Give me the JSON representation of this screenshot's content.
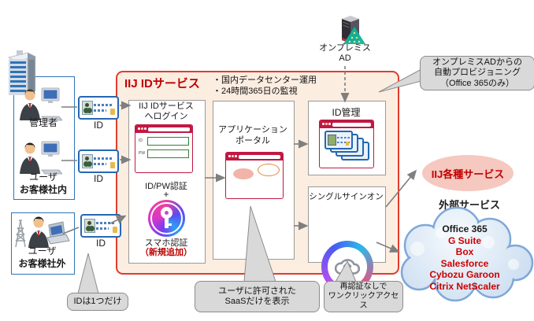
{
  "colors": {
    "accent_red": "#c00000",
    "iij_border_red": "#e03c2e",
    "iij_fill_peach": "#fcede1",
    "browser_chrome_crimson": "#c11843",
    "group_box_blue": "#2e75b6",
    "callout_gray": "#d9d9d9",
    "arrow_gray": "#7f7f7f",
    "service_red": "#cc0000"
  },
  "actors": {
    "admin_label": "管理者",
    "internal_user_label": "ユーザ",
    "internal_group_label": "お客様社内",
    "external_user_label": "ユーザ",
    "external_group_label": "お客様社外",
    "id_card1": "ID",
    "id_card2": "ID",
    "id_card3": "ID"
  },
  "onprem_ad": {
    "line1": "オンプレミス",
    "line2": "AD"
  },
  "iij": {
    "title": "IIJ IDサービス",
    "bullet1": "・国内データセンター運用",
    "bullet2": "・24時間365日の監視",
    "login": {
      "title1": "IIJ IDサービス",
      "title2": "へログイン",
      "field1": "ID",
      "field2": "PW",
      "auth_pw": "ID/PW認証",
      "plus": "+",
      "auth_sp": "スマホ認証",
      "auth_sp_note": "（新規追加）"
    },
    "portal": {
      "title1": "アプリケーション",
      "title2": "ポータル"
    },
    "id_mgmt": {
      "title": "ID管理"
    },
    "sso": {
      "title": "シングルサインオン"
    }
  },
  "callouts": {
    "provisioning": {
      "line1": "オンプレミスADからの",
      "line2": "自動プロビジョニング",
      "line3": "（Office 365のみ）"
    },
    "saas": {
      "line1": "ユーザに許可された",
      "line2": "SaaSだけを表示"
    },
    "oneclick": {
      "line1": "再認証なしで",
      "line2": "ワンクリックアクセス"
    },
    "oneid": {
      "text": "IDは1つだけ"
    }
  },
  "services": {
    "iij_services": "IIJ各種サービス",
    "external_label": "外部サービス",
    "cloud": [
      {
        "name": "Office 365",
        "color": "#1a1a1a"
      },
      {
        "name": "G Suite",
        "color": "#cc0000"
      },
      {
        "name": "Box",
        "color": "#cc0000"
      },
      {
        "name": "Salesforce",
        "color": "#cc0000"
      },
      {
        "name": "Cybozu Garoon",
        "color": "#cc0000"
      },
      {
        "name": "Citrix NetScaler",
        "color": "#cc0000"
      }
    ]
  }
}
